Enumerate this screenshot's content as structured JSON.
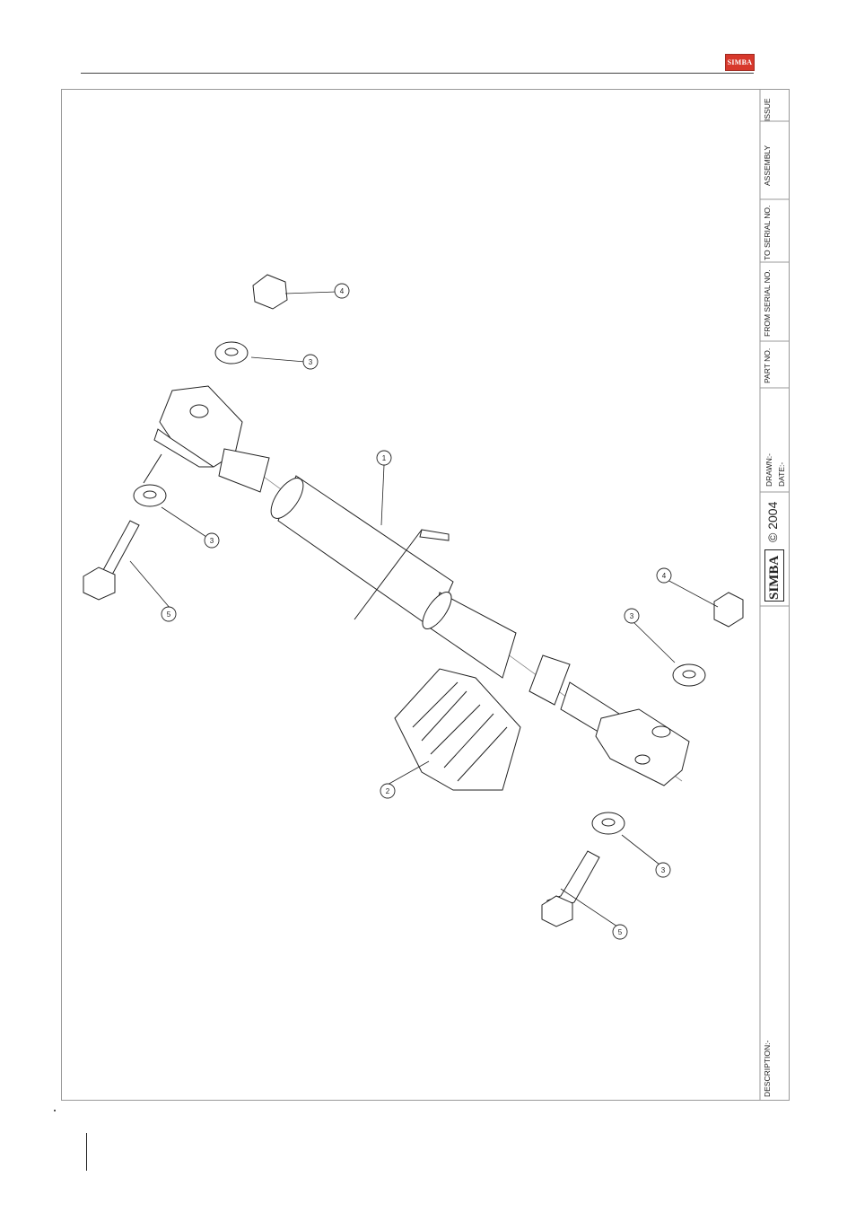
{
  "header": {
    "logo_text": "SIMBA"
  },
  "title_block": {
    "issue_label": "ISSUE",
    "assembly_label": "ASSEMBLY",
    "to_serial_label": "TO SERIAL NO.",
    "from_serial_label": "FROM SERIAL NO.",
    "part_no_label": "PART NO.",
    "drawn_label": "DRAWN:-",
    "date_label": "DATE:-",
    "copyright": "© 2004",
    "brand": "SIMBA",
    "description_label": "DESCRIPTION:-"
  },
  "callouts": [
    "1",
    "2",
    "3",
    "3",
    "3",
    "3",
    "4",
    "4",
    "5",
    "5"
  ],
  "colors": {
    "line": "#222222",
    "logo_red": "#d7382c"
  }
}
